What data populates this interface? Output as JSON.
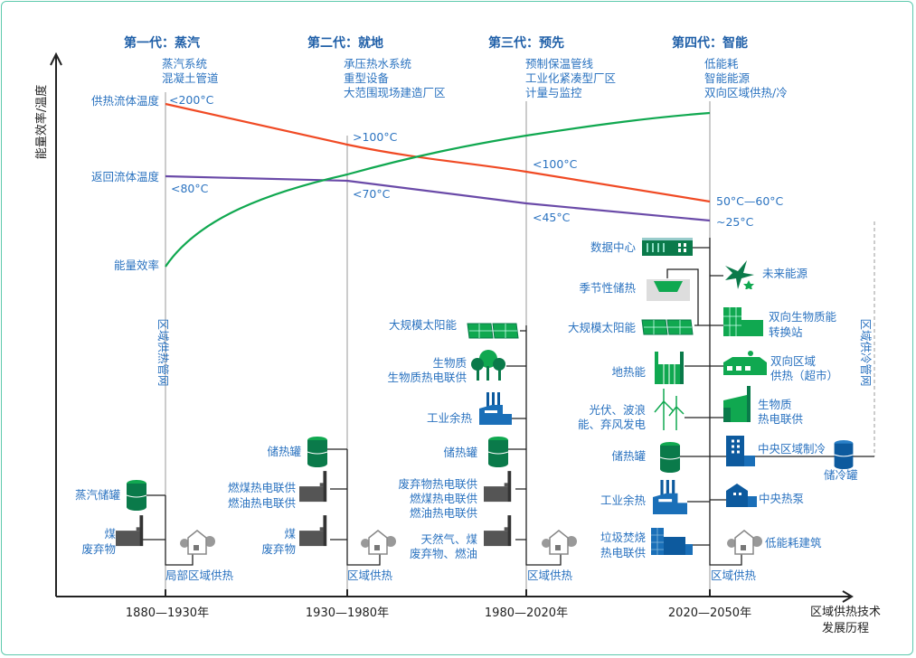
{
  "axis": {
    "y_title": "能量效率/温度",
    "x_title_line1": "区域供热技术",
    "x_title_line2": "发展历程"
  },
  "series_labels": {
    "supply": "供热流体温度",
    "return": "返回流体温度",
    "efficiency": "能量效率"
  },
  "networks": {
    "heating": "区域供热管网",
    "cooling": "区域供冷管网"
  },
  "generations": [
    {
      "title": "第一代：蒸汽",
      "features": [
        "蒸汽系统",
        "混凝土管道"
      ],
      "period": "1880—1930年",
      "network_label": "局部区域供热",
      "supply_temp": "<200°C",
      "return_temp": "<80°C"
    },
    {
      "title": "第二代：就地",
      "features": [
        "承压热水系统",
        "重型设备",
        "大范围现场建造厂区"
      ],
      "period": "1930—1980年",
      "network_label": "区域供热",
      "supply_temp": ">100°C",
      "return_temp": "<70°C"
    },
    {
      "title": "第三代：预先",
      "features": [
        "预制保温管线",
        "工业化紧凑型厂区",
        "计量与监控"
      ],
      "period": "1980—2020年",
      "network_label": "区域供热",
      "supply_temp": "<100°C",
      "return_temp": "<45°C"
    },
    {
      "title": "第四代：智能",
      "features": [
        "低能耗",
        "智能能源",
        "双向区域供热/冷"
      ],
      "period": "2020—2050年",
      "network_label": "区域供热",
      "supply_temp": "50°C—60°C",
      "return_temp": "~25°C"
    }
  ],
  "gen1_items": {
    "steam_tank": "蒸汽储罐",
    "fuel": [
      "煤",
      "废弃物"
    ]
  },
  "gen2_items": {
    "tank": "储热罐",
    "chp": [
      "燃煤热电联供",
      "燃油热电联供"
    ],
    "fuel": [
      "煤",
      "废弃物"
    ]
  },
  "gen3_items": {
    "solar": "大规模太阳能",
    "biomass": [
      "生物质",
      "生物质热电联供"
    ],
    "industrial": "工业余热",
    "tank": "储热罐",
    "chp": [
      "废弃物热电联供",
      "燃煤热电联供",
      "燃油热电联供"
    ],
    "fuel": [
      "天然气、煤",
      "废弃物、燃油"
    ]
  },
  "gen4_sources": {
    "datacenter": "数据中心",
    "seasonal": "季节性储热",
    "solar": "大规模太阳能",
    "geothermal": "地热能",
    "renewables": [
      "光伏、波浪",
      "能、弃风发电"
    ],
    "tank": "储热罐",
    "industrial": "工业余热",
    "incineration": [
      "垃圾焚烧",
      "热电联供"
    ]
  },
  "gen4_consumers": {
    "future": "未来能源",
    "bio_station": [
      "双向生物质能",
      "转换站"
    ],
    "supermarket": [
      "双向区域",
      "供热（超市）"
    ],
    "bio_chp": [
      "生物质",
      "热电联供"
    ],
    "central_cooling": "中央区域制冷",
    "cold_tank": "储冷罐",
    "heat_pump": "中央热泵",
    "low_energy": "低能耗建筑"
  },
  "colors": {
    "supply": "#f04a24",
    "return": "#6a4aa8",
    "efficiency": "#10a850",
    "label": "#2b73c0",
    "green": "#0a7a4a",
    "blue": "#0d5a9e"
  }
}
